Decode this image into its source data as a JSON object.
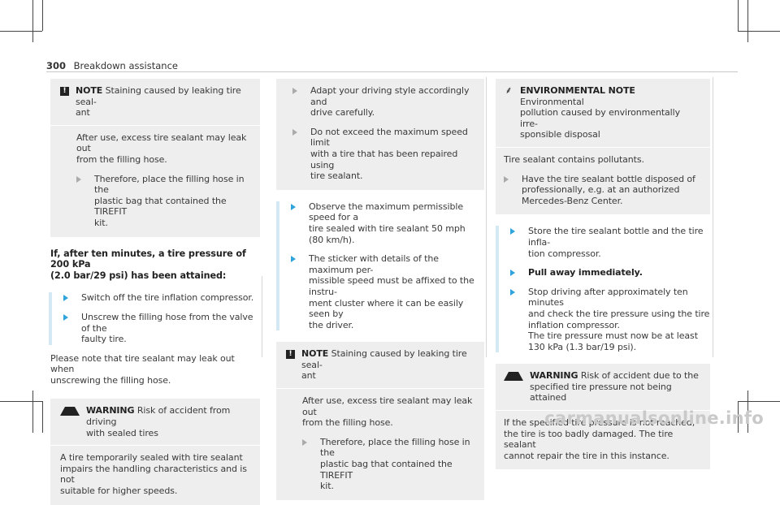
{
  "header": {
    "page_number": "300",
    "section_title": "Breakdown assistance"
  },
  "col1": {
    "note": {
      "label": "NOTE",
      "text": "Staining caused by leaking tire seal-\nant"
    },
    "note_body": "After use, excess tire sealant may leak out\nfrom the filling hose.",
    "note_step": "Therefore, place the filling hose in the\nplastic bag that contained the TIREFIT\nkit.",
    "heading": "If, after ten minutes, a tire pressure of 200 kPa\n(2.0 bar/29 psi) has been attained:",
    "steps": [
      "Switch off the tire inflation compressor.",
      "Unscrew the filling hose from the valve of the\nfaulty tire."
    ],
    "paragraph": "Please note that tire sealant may leak out when\nunscrewing the filling hose.",
    "warning": {
      "label": "WARNING",
      "text": "Risk of accident from driving\nwith sealed tires"
    },
    "warning_body": "A tire temporarily sealed with tire sealant\nimpairs the handling characteristics and is not\nsuitable for higher speeds."
  },
  "col2": {
    "box_steps": [
      "Adapt your driving style accordingly and\ndrive carefully.",
      "Do not exceed the maximum speed limit\nwith a tire that has been repaired using\ntire sealant."
    ],
    "steps": [
      "Observe the maximum permissible speed for a\ntire sealed with tire sealant 50 mph\n(80 km/h).",
      "The sticker with details of the maximum per-\nmissible speed must be affixed to the instru-\nment cluster where it can be easily seen by\nthe driver."
    ],
    "note": {
      "label": "NOTE",
      "text": "Staining caused by leaking tire seal-\nant"
    },
    "note_body": "After use, excess tire sealant may leak out\nfrom the filling hose.",
    "note_step": "Therefore, place the filling hose in the\nplastic bag that contained the TIREFIT\nkit."
  },
  "col3": {
    "env": {
      "label": "ENVIRONMENTAL NOTE",
      "text": "Environmental\npollution caused by environmentally irre-\nsponsible disposal"
    },
    "env_body": "Tire sealant contains pollutants.",
    "env_step": "Have the tire sealant bottle disposed of\nprofessionally, e.g. at an authorized\nMercedes-Benz Center.",
    "steps": [
      "Store the tire sealant bottle and the tire infla-\ntion compressor.",
      "Pull away immediately.",
      "Stop driving after approximately ten minutes\nand check the tire pressure using the tire\ninflation compressor.\nThe tire pressure must now be at least\n130 kPa (1.3 bar/19 psi)."
    ],
    "warning": {
      "label": "WARNING",
      "text": "Risk of accident due to the\nspecified tire pressure not being attained"
    },
    "warning_body": "If the specified tire pressure is not reached,\nthe tire is too badly damaged. The tire sealant\ncannot repair the tire in this instance."
  },
  "watermark": "carmanualsonline.info"
}
